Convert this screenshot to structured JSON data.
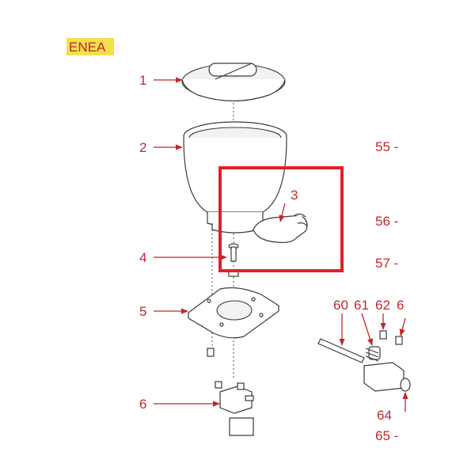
{
  "brand": "ENEA",
  "colors": {
    "label": "#c0282d",
    "brand_bg": "#f4e04d",
    "highlight": "#e0202a"
  },
  "parts": {
    "p1": "1",
    "p2": "2",
    "p3": "3",
    "p4": "4",
    "p5": "5",
    "p6": "6",
    "p55": "55 -",
    "p56": "56 -",
    "p57": "57 -",
    "p60": "60",
    "p61": "61",
    "p62": "62",
    "p63": "6",
    "p64": "64",
    "p65": "65 -"
  },
  "highlight": {
    "part": "3"
  }
}
